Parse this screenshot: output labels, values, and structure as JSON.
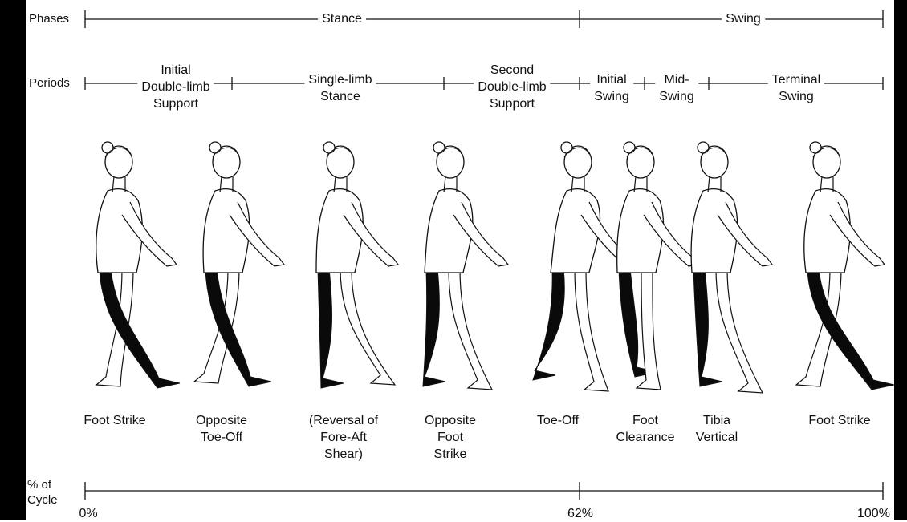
{
  "row_labels": {
    "phases": "Phases",
    "periods": "Periods",
    "cycle": "% of\nCycle"
  },
  "phases": [
    "Stance",
    "Swing"
  ],
  "periods": [
    "Initial\nDouble-limb\nSupport",
    "Single-limb\nStance",
    "Second\nDouble-limb\nSupport",
    "Initial\nSwing",
    "Mid-\nSwing",
    "Terminal\nSwing"
  ],
  "events": [
    "Foot Strike",
    "Opposite\nToe-Off",
    "(Reversal of\nFore-Aft\nShear)",
    "Opposite\nFoot\nStrike",
    "Toe-Off",
    "Foot\nClearance",
    "Tibia\nVertical",
    "Foot Strike"
  ],
  "cycle_marks": [
    "0%",
    "62%",
    "100%"
  ],
  "colors": {
    "ink": "#111111",
    "edge": "#000000",
    "background": "#ffffff",
    "body": "#ffffff",
    "highlighted_leg": "#0a0a0a"
  }
}
